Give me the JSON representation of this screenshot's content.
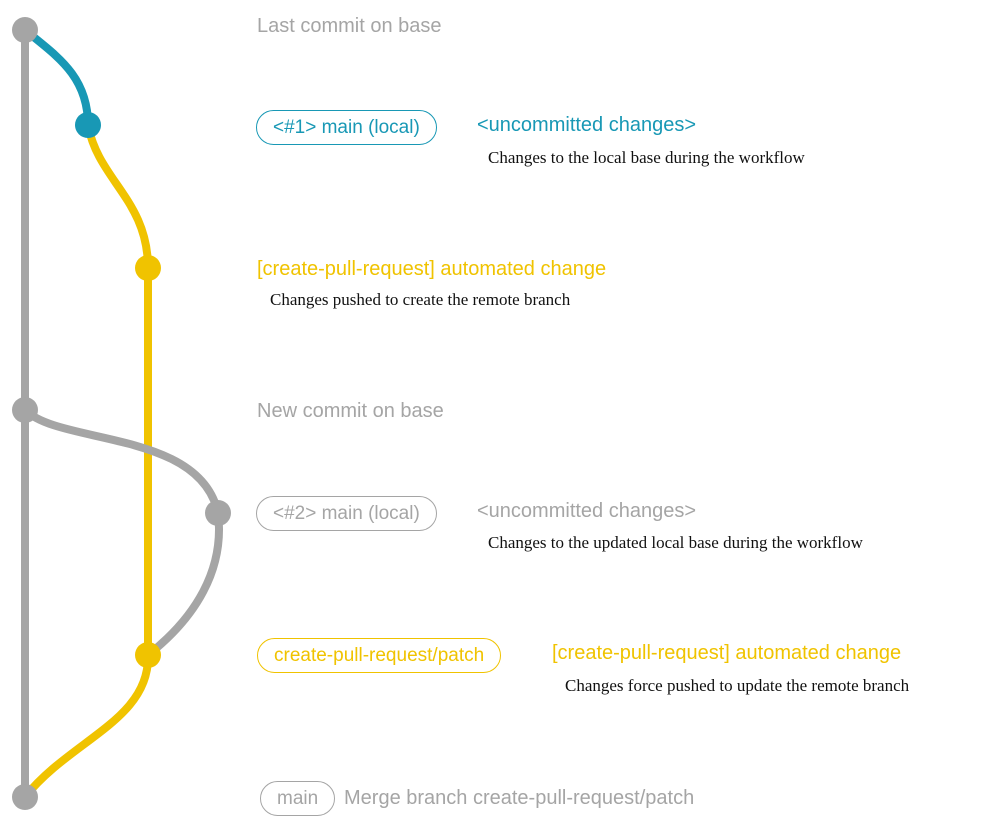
{
  "colors": {
    "gray": "#a5a5a5",
    "teal": "#1898b5",
    "yellow": "#f0c300",
    "ink": "#111111"
  },
  "commits": {
    "last_base_label": "Last commit on base",
    "new_base_label": "New commit on base"
  },
  "branch1": {
    "pill": "<#1> main (local)",
    "status": "<uncommitted changes>",
    "description": "Changes to the local base during the workflow"
  },
  "push1": {
    "title": "[create-pull-request] automated change",
    "description": "Changes pushed to create the remote branch"
  },
  "branch2": {
    "pill": "<#2> main (local)",
    "status": "<uncommitted changes>",
    "description": "Changes to the updated local base during the workflow"
  },
  "push2": {
    "pill": "create-pull-request/patch",
    "title": "[create-pull-request] automated change",
    "description": "Changes force pushed to update the remote branch"
  },
  "merge": {
    "pill": "main",
    "title": "Merge branch create-pull-request/patch"
  }
}
